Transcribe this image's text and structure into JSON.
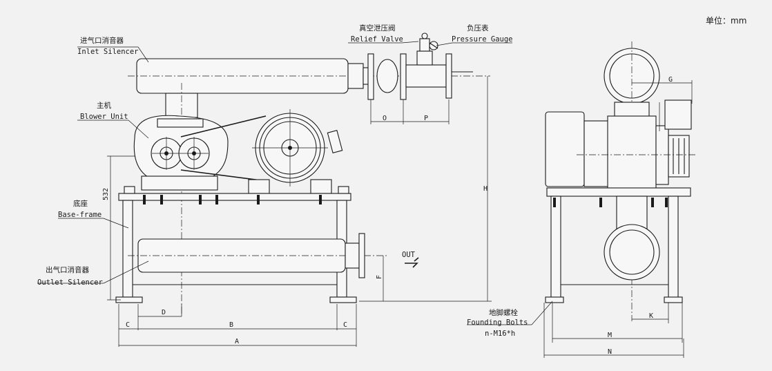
{
  "unit_label": "单位：mm",
  "labels": {
    "inlet_silencer_cn": "进气口消音器",
    "inlet_silencer_en": "Inlet Silencer",
    "blower_cn": "主机",
    "blower_en": "Blower Unit",
    "base_cn": "底座",
    "base_en": "Base-frame",
    "outlet_silencer_cn": "出气口消音器",
    "outlet_silencer_en": "Outlet Silencer",
    "relief_cn": "真空泄压阀",
    "relief_en": "Relief Valve",
    "gauge_cn": "负压表",
    "gauge_en": "Pressure Gauge",
    "bolts_cn": "地脚螺栓",
    "bolts_en": "Founding Bolts",
    "bolts_spec": "n-M16*h",
    "out": "OUT"
  },
  "dimensions": {
    "height_532": "532",
    "H": "H",
    "F": "F",
    "O": "O",
    "P": "P",
    "D": "D",
    "C_left": "C",
    "B": "B",
    "C_right": "C",
    "A": "A",
    "G": "G",
    "K": "K",
    "M": "M",
    "N": "N"
  }
}
